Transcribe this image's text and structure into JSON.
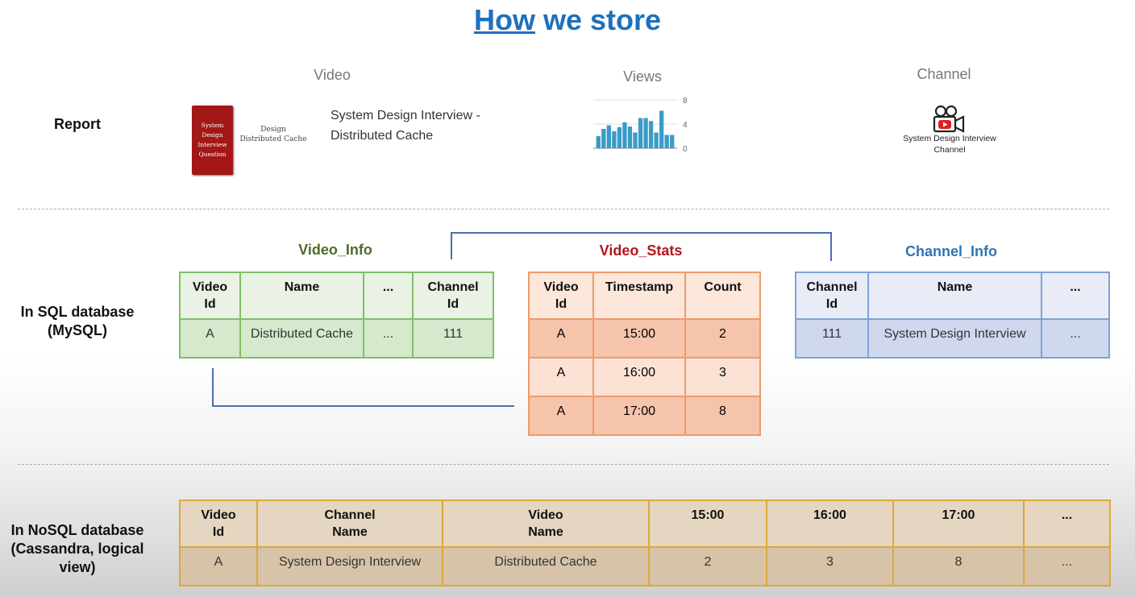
{
  "title": {
    "underlined": "How",
    "rest": " we store"
  },
  "report": {
    "label": "Report",
    "video_header": "Video",
    "views_header": "Views",
    "channel_header": "Channel",
    "book_cover_lines": [
      "System",
      "Design",
      "Interview",
      "Question"
    ],
    "book_side_lines": [
      "Design",
      "Distributed Cache"
    ],
    "video_title_lines": [
      "System Design Interview -",
      "Distributed Cache"
    ],
    "channel_name_lines": [
      "System Design Interview",
      "Channel"
    ],
    "views_chart": {
      "type": "bar",
      "y_ticks": [
        "8",
        "4",
        "0"
      ],
      "ylim": [
        0,
        8
      ],
      "values": [
        2,
        3.2,
        3.8,
        2.8,
        3.5,
        4.3,
        3.6,
        2.6,
        5.0,
        5.0,
        4.5,
        2.6,
        6.2,
        2.2,
        2.2
      ]
    }
  },
  "sql": {
    "label_lines": [
      "In SQL database",
      "(MySQL)"
    ],
    "video_info": {
      "name": "Video_Info",
      "headers": [
        [
          "Video",
          "Id"
        ],
        [
          "Name"
        ],
        [
          "..."
        ],
        [
          "Channel",
          "Id"
        ]
      ],
      "rows": [
        [
          "A",
          "Distributed Cache",
          "...",
          "111"
        ]
      ]
    },
    "video_stats": {
      "name": "Video_Stats",
      "headers": [
        [
          "Video",
          "Id"
        ],
        [
          "Timestamp"
        ],
        [
          "Count"
        ]
      ],
      "rows": [
        [
          "A",
          "15:00",
          "2"
        ],
        [
          "A",
          "16:00",
          "3"
        ],
        [
          "A",
          "17:00",
          "8"
        ]
      ]
    },
    "channel_info": {
      "name": "Channel_Info",
      "headers": [
        [
          "Channel",
          "Id"
        ],
        [
          "Name"
        ],
        [
          "..."
        ]
      ],
      "rows": [
        [
          "111",
          "System Design Interview",
          "..."
        ]
      ]
    }
  },
  "nosql": {
    "label_lines": [
      "In NoSQL database",
      "(Cassandra, logical",
      "view)"
    ],
    "headers": [
      [
        "Video",
        "Id"
      ],
      [
        "Channel",
        "Name"
      ],
      [
        "Video",
        "Name"
      ],
      [
        "15:00"
      ],
      [
        "16:00"
      ],
      [
        "17:00"
      ],
      [
        "..."
      ]
    ],
    "rows": [
      [
        "A",
        "System Design Interview",
        "Distributed Cache",
        "2",
        "3",
        "8",
        "..."
      ]
    ]
  },
  "colors": {
    "title": "#1f6fbd",
    "video_info": "#4f6b2d",
    "video_stats": "#b5161c",
    "channel_info": "#2e75b6",
    "views_bar": "#3a9cc6",
    "connector": "#4a6fb0"
  }
}
